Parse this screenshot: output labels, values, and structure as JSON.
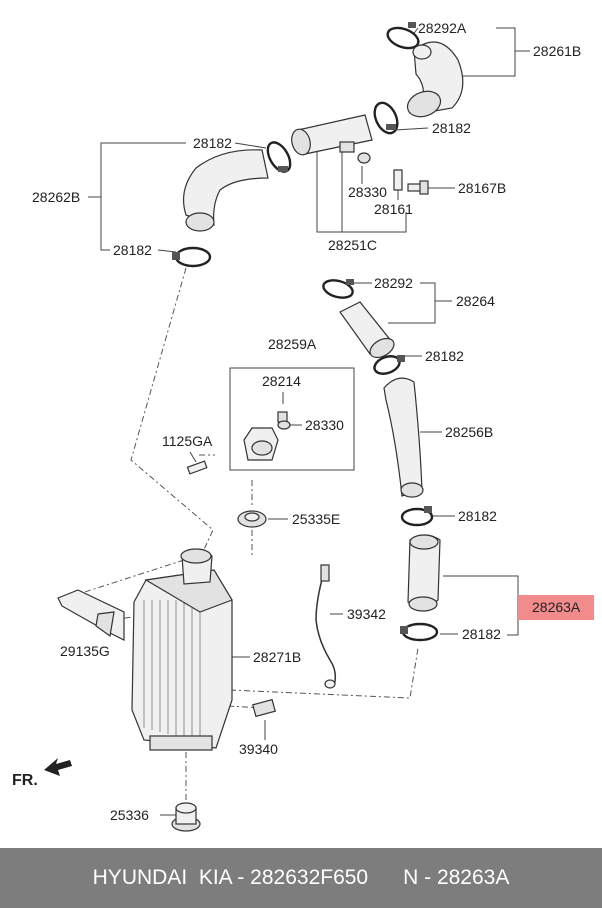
{
  "diagram": {
    "labels": {
      "p28292A": "28292A",
      "p28261B": "28261B",
      "p28182_top": "28182",
      "p28182_left": "28182",
      "p28262B": "28262B",
      "p28182_left2": "28182",
      "p28330_top": "28330",
      "p28161": "28161",
      "p28167B": "28167B",
      "p28251C": "28251C",
      "p28292": "28292",
      "p28264": "28264",
      "p28182_mid": "28182",
      "p28259A": "28259A",
      "p28214": "28214",
      "p28330_mid": "28330",
      "p1125GA": "1125GA",
      "p28256B": "28256B",
      "p28182_r": "28182",
      "p25335E": "25335E",
      "p39342": "39342",
      "p28263A": "28263A",
      "p28182_r2": "28182",
      "p29135G": "29135G",
      "p28271B": "28271B",
      "p39340": "39340",
      "fr": "FR.",
      "p25336": "25336"
    },
    "highlight_color": "#f28b8b"
  },
  "footer": {
    "text": "HYUNDAI  KIA - 282632F650      N - 28263A"
  }
}
